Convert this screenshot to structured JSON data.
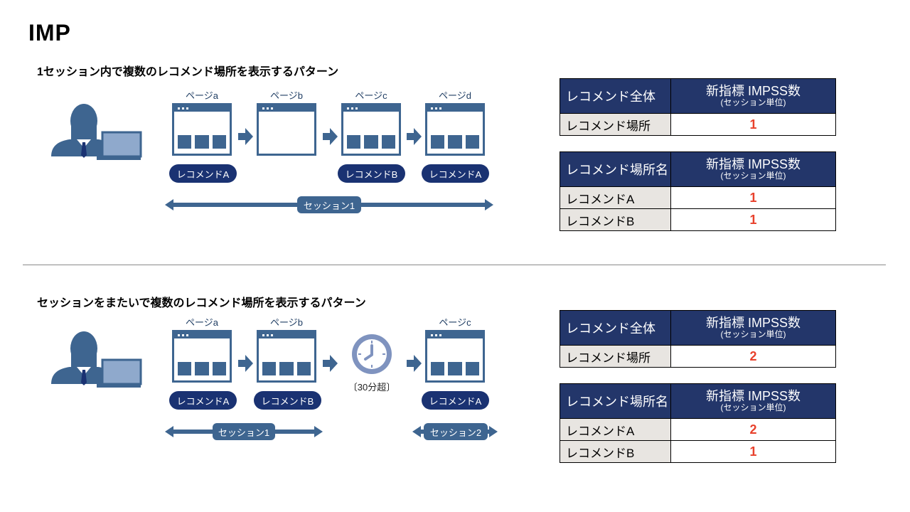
{
  "title": "IMP",
  "colors": {
    "navy": "#23366a",
    "page_blue": "#3e6590",
    "pill": "#1a3272",
    "value_red": "#e8412c",
    "row_gray": "#e8e5e1"
  },
  "section1": {
    "heading": "1セッション内で複数のレコメンド場所を表示するパターン",
    "pages": [
      "ページa",
      "ページb",
      "ページc",
      "ページd"
    ],
    "pills": [
      "レコメンドA",
      "レコメンドB",
      "レコメンドA"
    ],
    "session": "セッション1",
    "table1": {
      "col1": "レコメンド全体",
      "col2_main": "新指標 IMPSS数",
      "col2_sub": "(セッション単位)",
      "rows": [
        {
          "label": "レコメンド場所",
          "value": "1"
        }
      ]
    },
    "table2": {
      "col1": "レコメンド場所名",
      "col2_main": "新指標 IMPSS数",
      "col2_sub": "(セッション単位)",
      "rows": [
        {
          "label": "レコメンドA",
          "value": "1"
        },
        {
          "label": "レコメンドB",
          "value": "1"
        }
      ]
    }
  },
  "section2": {
    "heading": "セッションをまたいで複数のレコメンド場所を表示するパターン",
    "pages": [
      "ページa",
      "ページb",
      "ページc"
    ],
    "pills": [
      "レコメンドA",
      "レコメンドB",
      "レコメンドA"
    ],
    "clock_caption": "〔30分超〕",
    "sessions": [
      "セッション1",
      "セッション2"
    ],
    "table1": {
      "col1": "レコメンド全体",
      "col2_main": "新指標 IMPSS数",
      "col2_sub": "(セッション単位)",
      "rows": [
        {
          "label": "レコメンド場所",
          "value": "2"
        }
      ]
    },
    "table2": {
      "col1": "レコメンド場所名",
      "col2_main": "新指標 IMPSS数",
      "col2_sub": "(セッション単位)",
      "rows": [
        {
          "label": "レコメンドA",
          "value": "2"
        },
        {
          "label": "レコメンドB",
          "value": "1"
        }
      ]
    }
  }
}
